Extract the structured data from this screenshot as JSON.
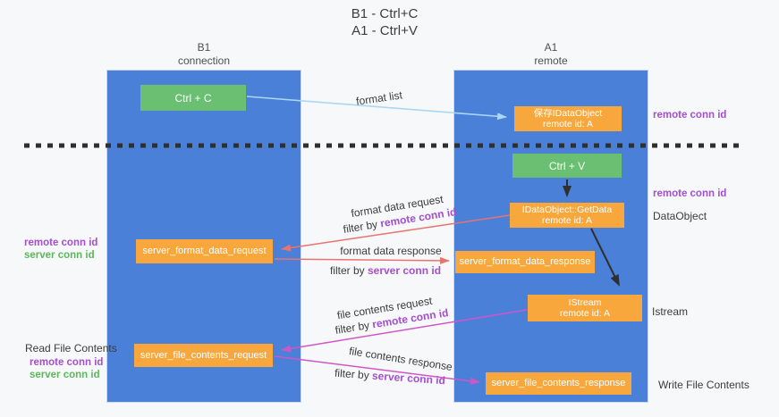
{
  "title": {
    "line1": "B1 - Ctrl+C",
    "line2": "A1 - Ctrl+V"
  },
  "lanes": {
    "left": {
      "name": "B1",
      "subtitle": "connection"
    },
    "right": {
      "name": "A1",
      "subtitle": "remote"
    }
  },
  "nodes": {
    "ctrl_c": "Ctrl + C",
    "ctrl_v": "Ctrl + V",
    "save_idataobject": {
      "line1": "保存IDataObject",
      "line2": "remote id: A"
    },
    "getdata": {
      "line1": "IDataObject::GetData",
      "line2": "remote id: A"
    },
    "istream": {
      "line1": "IStream",
      "line2": "remote id: A"
    },
    "server_format_data_request": "server_format_data_request",
    "server_format_data_response": "server_format_data_response",
    "server_file_contents_request": "server_file_contents_request",
    "server_file_contents_response": "server_file_contents_response"
  },
  "edge_labels": {
    "format_list": "format list",
    "format_data_request": "format data request",
    "filter_remote_1": {
      "prefix": "filter by ",
      "key": "remote conn id"
    },
    "format_data_response": "format data response",
    "filter_server_1": {
      "prefix": "filter by ",
      "key": "server conn id"
    },
    "file_contents_request": "file contents request",
    "filter_remote_2": {
      "prefix": "filter by ",
      "key": "remote conn id"
    },
    "file_contents_response": "file contents response",
    "filter_server_2": {
      "prefix": "filter by ",
      "key": "server conn id"
    }
  },
  "side_labels": {
    "right_remote_conn_top": "remote conn id",
    "right_remote_conn_mid": "remote conn id",
    "dataobject": "DataObject",
    "istream": "Istream",
    "write_file_contents": "Write File Contents",
    "left_remote_conn_top": "remote conn id",
    "left_server_conn_top": "server conn id",
    "read_file_contents": "Read File Contents",
    "left_remote_conn_bottom": "remote conn id",
    "left_server_conn_bottom": "server conn id"
  },
  "colors": {
    "page_bg": "#f7f8f9",
    "lane_blue": "#4a80d8",
    "node_green": "#6abf72",
    "node_orange": "#f7a73c",
    "arrow_red": "#e8736f",
    "arrow_magenta": "#cf56c9",
    "arrow_lightblue": "#a9d7f5",
    "arrow_black": "#2f2f2f",
    "label_purple": "#a44fd0",
    "label_green": "#5cb85c",
    "text_dark": "#3c3c3c"
  }
}
